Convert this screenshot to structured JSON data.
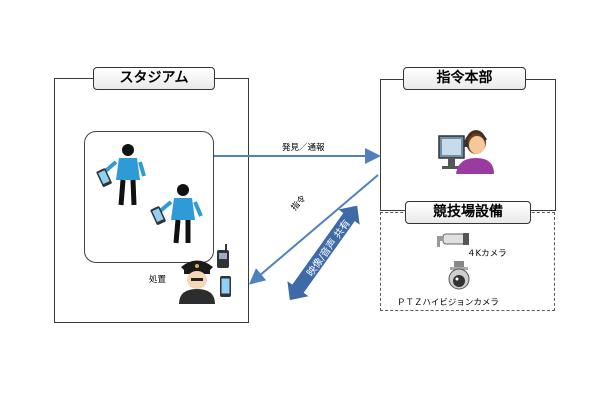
{
  "stadium": {
    "title": "スタジアム",
    "action_label": "処置"
  },
  "hq": {
    "title": "指令本部"
  },
  "equipment": {
    "title": "競技場設備",
    "camera_4k_label": "４Kカメラ",
    "camera_ptz_label": "ＰＴＺハイビジョンカメラ"
  },
  "arrows": {
    "report_label": "発見／通報",
    "command_label": "指令",
    "share_label": "映像/音声 共有"
  },
  "icons": {
    "staff": "staff-person-icon",
    "smartphone": "smartphone-icon",
    "security_guard": "security-guard-icon",
    "operator": "operator-headset-icon",
    "camera_4k": "bullet-camera-icon",
    "camera_ptz": "ptz-dome-camera-icon"
  },
  "colors": {
    "arrow": "#4f81bd",
    "share_arrow": "#3e6aa8",
    "staff_shirt": "#2e9bd6",
    "operator": "#9b3aa0"
  }
}
